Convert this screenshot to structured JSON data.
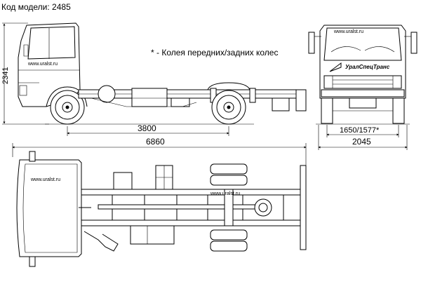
{
  "model_code": "Код модели: 2485",
  "track_note": "* - Колея передних/задних колес",
  "watermark": "www.uralst.ru",
  "brand_logo": "УралСпецТранс",
  "dimensions": {
    "height": "2341",
    "wheelbase": "3800",
    "track": "1650/1577*",
    "width": "2045",
    "length": "6860"
  }
}
